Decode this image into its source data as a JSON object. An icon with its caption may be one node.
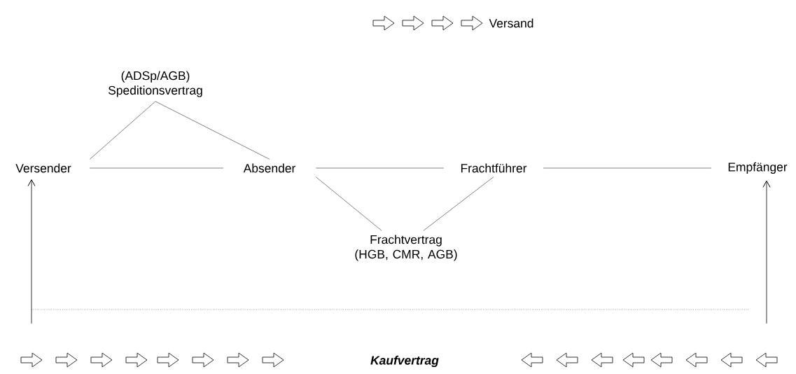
{
  "diagram": {
    "nodes": [
      {
        "text": [
          "(ADSp/AGB) Speditionsvertrag"
        ]
      },
      {
        "text": [
          "Versender"
        ]
      },
      {
        "text": [
          "Absender"
        ]
      },
      {
        "text": [
          "Frachtführer"
        ]
      },
      {
        "text": [
          "Empfänger"
        ]
      },
      {
        "text": [
          "Frachtvertrag (HGB, CMR, AGB)"
        ]
      }
    ],
    "edges": [
      {
        "from": 0,
        "to": 1,
        "arrow": "none"
      },
      {
        "from": 0,
        "to": 2,
        "arrow": "none"
      },
      {
        "from": 1,
        "to": 2,
        "arrow": "none"
      },
      {
        "from": 2,
        "to": 3,
        "arrow": "none"
      },
      {
        "from": 3,
        "to": 4,
        "arrow": "none"
      },
      {
        "from": 2,
        "to": 5,
        "arrow": "none"
      },
      {
        "from": 3,
        "to": 5,
        "arrow": "none"
      },
      {
        "from": null,
        "to": 1,
        "arrow": "to"
      },
      {
        "from": null,
        "to": 4,
        "arrow": "to"
      }
    ],
    "labels": [
      "Versand",
      "Kaufvertrag"
    ]
  }
}
